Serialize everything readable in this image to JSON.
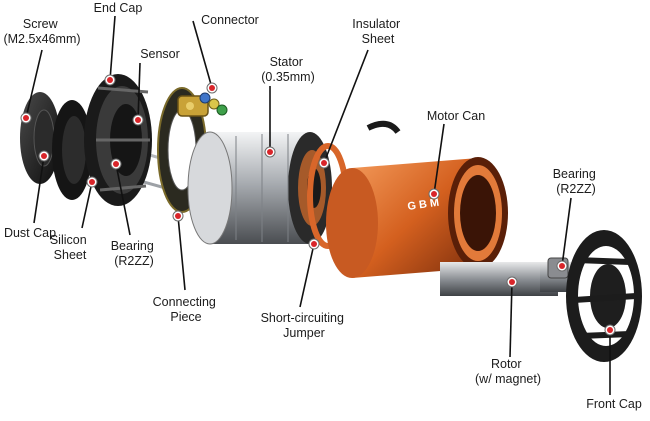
{
  "diagram": {
    "labels": {
      "screw": [
        "Screw",
        "(M2.5x46mm)"
      ],
      "end_cap": [
        "End Cap"
      ],
      "connector": [
        "Connector"
      ],
      "sensor": [
        "Sensor"
      ],
      "insulator_sheet": [
        "Insulator",
        "Sheet"
      ],
      "stator": [
        "Stator",
        "(0.35mm)"
      ],
      "motor_can": [
        "Motor Can"
      ],
      "bearing_front": [
        "Bearing",
        "(R2ZZ)"
      ],
      "dust_cap": [
        "Dust Cap"
      ],
      "silicon_sheet": [
        "Silicon",
        "Sheet"
      ],
      "bearing_rear": [
        "Bearing",
        "(R2ZZ)"
      ],
      "connecting_piece": [
        "Connecting",
        "Piece"
      ],
      "short_circuiting_jumper": [
        "Short-circuiting",
        "Jumper"
      ],
      "rotor": [
        "Rotor",
        "(w/ magnet)"
      ],
      "front_cap": [
        "Front Cap"
      ]
    },
    "can_mark": "G  B  M",
    "colors": {
      "marker": "#d9252a",
      "copper": "#e06a2c",
      "steel": "#9a9ea3",
      "black_part": "#1e1e1e"
    }
  }
}
